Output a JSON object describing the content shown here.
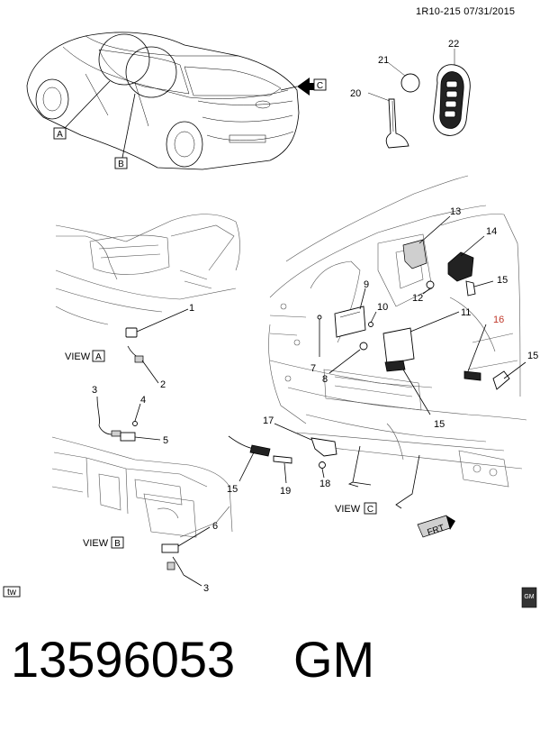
{
  "header": {
    "code": "1R10-215",
    "date": "07/31/2015"
  },
  "callouts": [
    "1",
    "2",
    "3",
    "4",
    "5",
    "6",
    "7",
    "8",
    "9",
    "10",
    "11",
    "12",
    "13",
    "14",
    "15",
    "16",
    "17",
    "18",
    "19",
    "20",
    "21",
    "22",
    "3",
    "15",
    "15"
  ],
  "views": {
    "a": {
      "prefix": "VIEW",
      "letter": "A"
    },
    "b": {
      "prefix": "VIEW",
      "letter": "B"
    },
    "c": {
      "prefix": "VIEW",
      "letter": "C"
    }
  },
  "car_refs": {
    "a": "A",
    "b": "B",
    "c": "C"
  },
  "fwd_label": "FRT",
  "corner_left": "tw",
  "corner_right": "GM",
  "footer": {
    "part_number": "13596053",
    "brand": "GM"
  },
  "colors": {
    "highlight_callout": "#c0392b",
    "line": "#000000"
  }
}
